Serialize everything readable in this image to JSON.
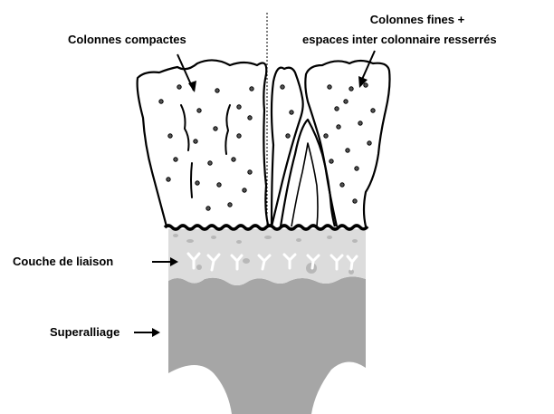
{
  "labels": {
    "colonnes_compactes": "Colonnes compactes",
    "colonnes_fines_line1": "Colonnes fines +",
    "colonnes_fines_line2": "espaces inter colonnaire resserrés",
    "couche_de_liaison": "Couche de liaison",
    "superalliage": "Superalliage"
  },
  "colors": {
    "bond_coat": "#dcdcdc",
    "superalloy": "#a6a6a6",
    "outline": "#000000"
  }
}
